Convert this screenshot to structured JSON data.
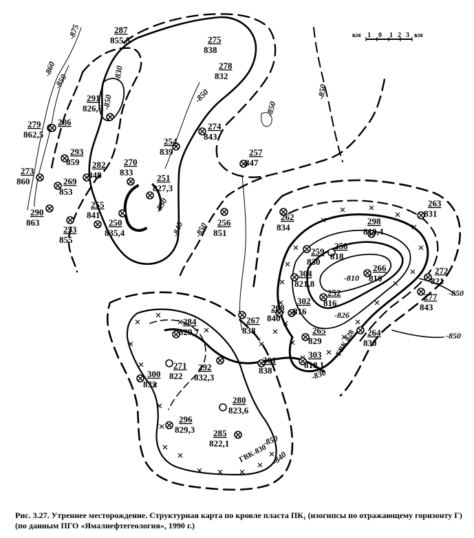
{
  "caption": "Рис. 3.27. Утреннее месторождение. Структурная карта по кровле пласта ПК₁ (изогипсы по отражающему горизонту Г) (по данным ПГО «Ямалнефтегеология», 1990 г.)",
  "scale_bar": {
    "unit_left": "км",
    "ticks": [
      "1",
      "0",
      "1",
      "2",
      "3"
    ],
    "unit_right": "км"
  },
  "wells": [
    {
      "number": "287",
      "elevation": "855,5",
      "symbol": "none"
    },
    {
      "number": "275",
      "elevation": "838",
      "symbol": "none"
    },
    {
      "number": "278",
      "elevation": "832",
      "symbol": "none"
    },
    {
      "number": "291",
      "elevation": "826,6",
      "symbol": "crossed"
    },
    {
      "number": "279",
      "elevation": "862,5",
      "symbol": "crossed"
    },
    {
      "number": "286",
      "elevation": "",
      "symbol": "crossed"
    },
    {
      "number": "293",
      "elevation": "859",
      "symbol": "crossed"
    },
    {
      "number": "273",
      "elevation": "860",
      "symbol": "crossed"
    },
    {
      "number": "282",
      "elevation": "848",
      "symbol": "crossed"
    },
    {
      "number": "269",
      "elevation": "853",
      "symbol": "crossed"
    },
    {
      "number": "254",
      "elevation": "839",
      "symbol": "crossed"
    },
    {
      "number": "274",
      "elevation": "843",
      "symbol": "crossed"
    },
    {
      "number": "257",
      "elevation": "847",
      "symbol": "crossed"
    },
    {
      "number": "270",
      "elevation": "833",
      "symbol": "crossed"
    },
    {
      "number": "251",
      "elevation": "827,3",
      "symbol": "crossed"
    },
    {
      "number": "290",
      "elevation": "863",
      "symbol": "crossed"
    },
    {
      "number": "253",
      "elevation": "855",
      "symbol": "crossed"
    },
    {
      "number": "255",
      "elevation": "841",
      "symbol": "crossed"
    },
    {
      "number": "250",
      "elevation": "835,4",
      "symbol": "crossed"
    },
    {
      "number": "256",
      "elevation": "851",
      "symbol": "crossed"
    },
    {
      "number": "262",
      "elevation": "834",
      "symbol": "crossed"
    },
    {
      "number": "263",
      "elevation": "831",
      "symbol": "crossed"
    },
    {
      "number": "298",
      "elevation": "818,4",
      "symbol": "crossed"
    },
    {
      "number": "258",
      "elevation": "818",
      "symbol": "open"
    },
    {
      "number": "259",
      "elevation": "830",
      "symbol": "crossed"
    },
    {
      "number": "266",
      "elevation": "810",
      "symbol": "crossed"
    },
    {
      "number": "304",
      "elevation": "821,8",
      "symbol": "crossed"
    },
    {
      "number": "252",
      "elevation": "816",
      "symbol": "crossed"
    },
    {
      "number": "302",
      "elevation": "816",
      "symbol": "crossed"
    },
    {
      "number": "272",
      "elevation": "821",
      "symbol": "crossed"
    },
    {
      "number": "277",
      "elevation": "843",
      "symbol": "crossed"
    },
    {
      "number": "268",
      "elevation": "840",
      "symbol": "crossed"
    },
    {
      "number": "284",
      "elevation": "829,7",
      "symbol": "crossed"
    },
    {
      "number": "267",
      "elevation": "838",
      "symbol": "crossed"
    },
    {
      "number": "265",
      "elevation": "829",
      "symbol": "crossed"
    },
    {
      "number": "264",
      "elevation": "830",
      "symbol": "crossed"
    },
    {
      "number": "271",
      "elevation": "822",
      "symbol": "open"
    },
    {
      "number": "292",
      "elevation": "832,3",
      "symbol": "crossed"
    },
    {
      "number": "301",
      "elevation": "838",
      "symbol": "crossed"
    },
    {
      "number": "303",
      "elevation": "818,1",
      "symbol": "crossed"
    },
    {
      "number": "300",
      "elevation": "833",
      "symbol": "crossed"
    },
    {
      "number": "280",
      "elevation": "823,6",
      "symbol": "open"
    },
    {
      "number": "296",
      "elevation": "829,3",
      "symbol": "crossed"
    },
    {
      "number": "285",
      "elevation": "822,1",
      "symbol": "crossed"
    }
  ],
  "contour_labels": [
    "-875",
    "-860",
    "-850",
    "-850",
    "-830",
    "-850",
    "-850",
    "-850",
    "-850",
    "-840",
    "-830",
    "-850",
    "-810",
    "-826",
    "-850",
    "-850",
    "-830",
    "-840"
  ],
  "gvk_labels": [
    "ГВК 828",
    "ГВК-830"
  ]
}
